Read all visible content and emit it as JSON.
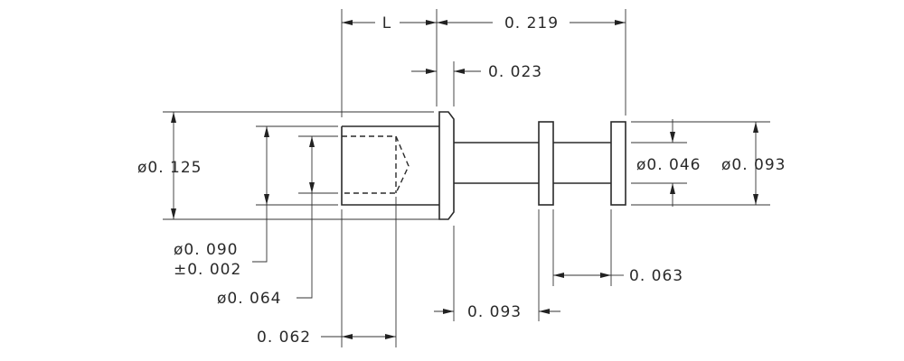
{
  "dimensions": {
    "length_label": "L",
    "overall_length": "0. 219",
    "flange_thickness": "0. 023",
    "flange_diameter": "ø0. 125",
    "shank_diameter": "ø0. 090",
    "shank_tolerance": "±0. 002",
    "bore_diameter": "ø0. 064",
    "bore_depth": "0. 062",
    "pin_diameter": "ø0. 046",
    "collar_diameter": "ø0. 093",
    "collar_spacing": "0. 063",
    "first_collar_offset": "0. 093"
  }
}
